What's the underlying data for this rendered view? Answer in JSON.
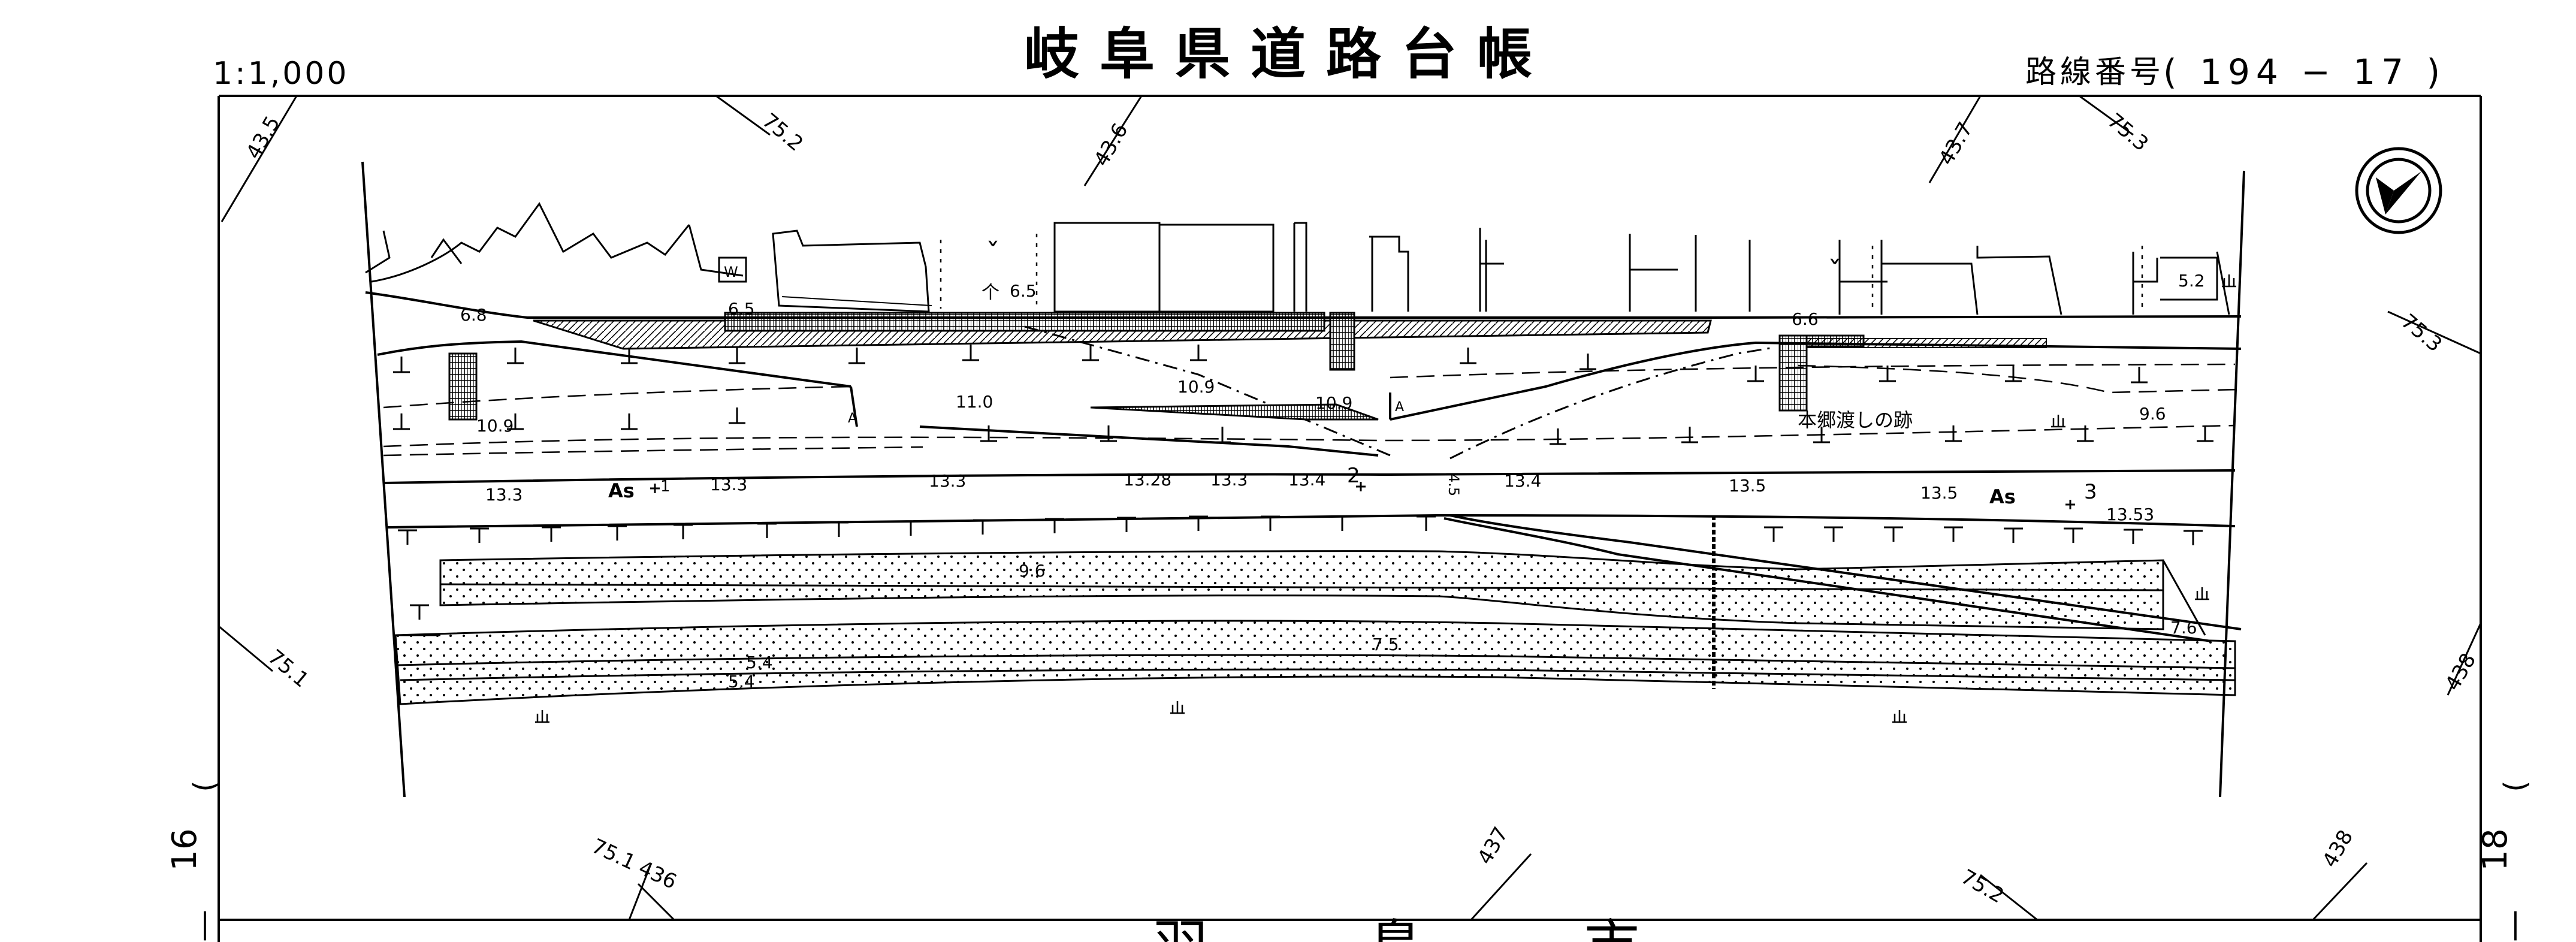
{
  "header": {
    "scale": "1:1,000",
    "title": "岐阜県道路台帳",
    "route_label": "路線番号",
    "route_number": "( 194 − 17 )"
  },
  "footer": {
    "municipality_chars": [
      "羽",
      "島",
      "市"
    ]
  },
  "side_marks": {
    "left": "16",
    "right": "18",
    "paren": ")",
    "dash": "—"
  },
  "grid_labels": {
    "g_43_5": "43.5",
    "g_75_2": "75.2",
    "g_43_6": "43.6",
    "g_43_7": "43.7",
    "g_75_3_top": "75.3",
    "g_75_3_right": "75.3",
    "g_75_1": "75.1",
    "g_438_right": "438",
    "g_75_1_436": "75.1 436",
    "g_437": "437",
    "g_75_2_bottom": "75.2",
    "g_438_bottom": "438"
  },
  "elevations": {
    "e6_8": "6.8",
    "e6_5a": "6.5",
    "e6_5b": "6.5",
    "e6_6": "6.6",
    "e5_2": "5.2",
    "e10_9a": "10.9",
    "e11_0": "11.0",
    "e10_9b": "10.9",
    "e10_9c": "10.9",
    "e9_6a": "9.6",
    "e13_3a": "13.3",
    "e13_3b": "13.3",
    "e13_3c": "13.3",
    "e13_28": "13.28",
    "e13_3d": "13.3",
    "e13_4a": "13.4",
    "e13_4b": "13.4",
    "e13_5a": "13.5",
    "e13_5b": "13.5",
    "e13_53": "13.53",
    "e9_6b": "9.6",
    "e7_5": "7.5",
    "e5_4a": "5.4",
    "e5_4b": "5.4",
    "e7_6": "7.6",
    "e4_5": "4.5"
  },
  "annotations": {
    "site_name": "本郷渡しの跡",
    "surface_a": "As",
    "surface_b": "As",
    "point_1": "1",
    "point_2": "2",
    "point_3": "3",
    "mark_a1": "A",
    "mark_a2": "A",
    "mark_w": "W",
    "mark_check1": "ˇ",
    "mark_check2": "ˇ",
    "mark_hat": "个"
  },
  "symbols": {
    "north_arrow": "north-arrow-icon",
    "field_mark": "field-mark-icon"
  }
}
